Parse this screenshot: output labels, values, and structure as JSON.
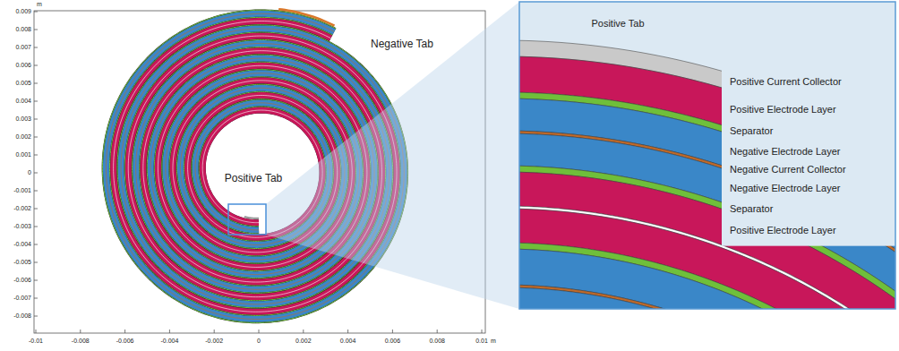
{
  "diagram": {
    "labels": [
      "0.009",
      "0.008",
      "0.007",
      "0.006",
      "0.005",
      "0.004",
      "0.003",
      "0.002",
      "0.001",
      "0",
      "-0.001",
      "-0.002",
      "-0.003",
      "-0.004",
      "-0.005",
      "-0.006",
      "-0.007",
      "-0.008",
      "m",
      "-0.01",
      "-0.008",
      "-0.006",
      "-0.004",
      "-0.002",
      "0",
      "0.002",
      "0.004",
      "0.006",
      "0.008",
      "0.01",
      "m",
      "Negative Tab",
      "Positive Tab",
      "Positive Tab",
      "Positive Current Collector",
      "Positive Electrode Layer",
      "Separator",
      "Negative Electrode Layer",
      "Negative Current Collector",
      "Negative Electrode Layer",
      "Separator",
      "Positive Electrode Layer"
    ]
  }
}
